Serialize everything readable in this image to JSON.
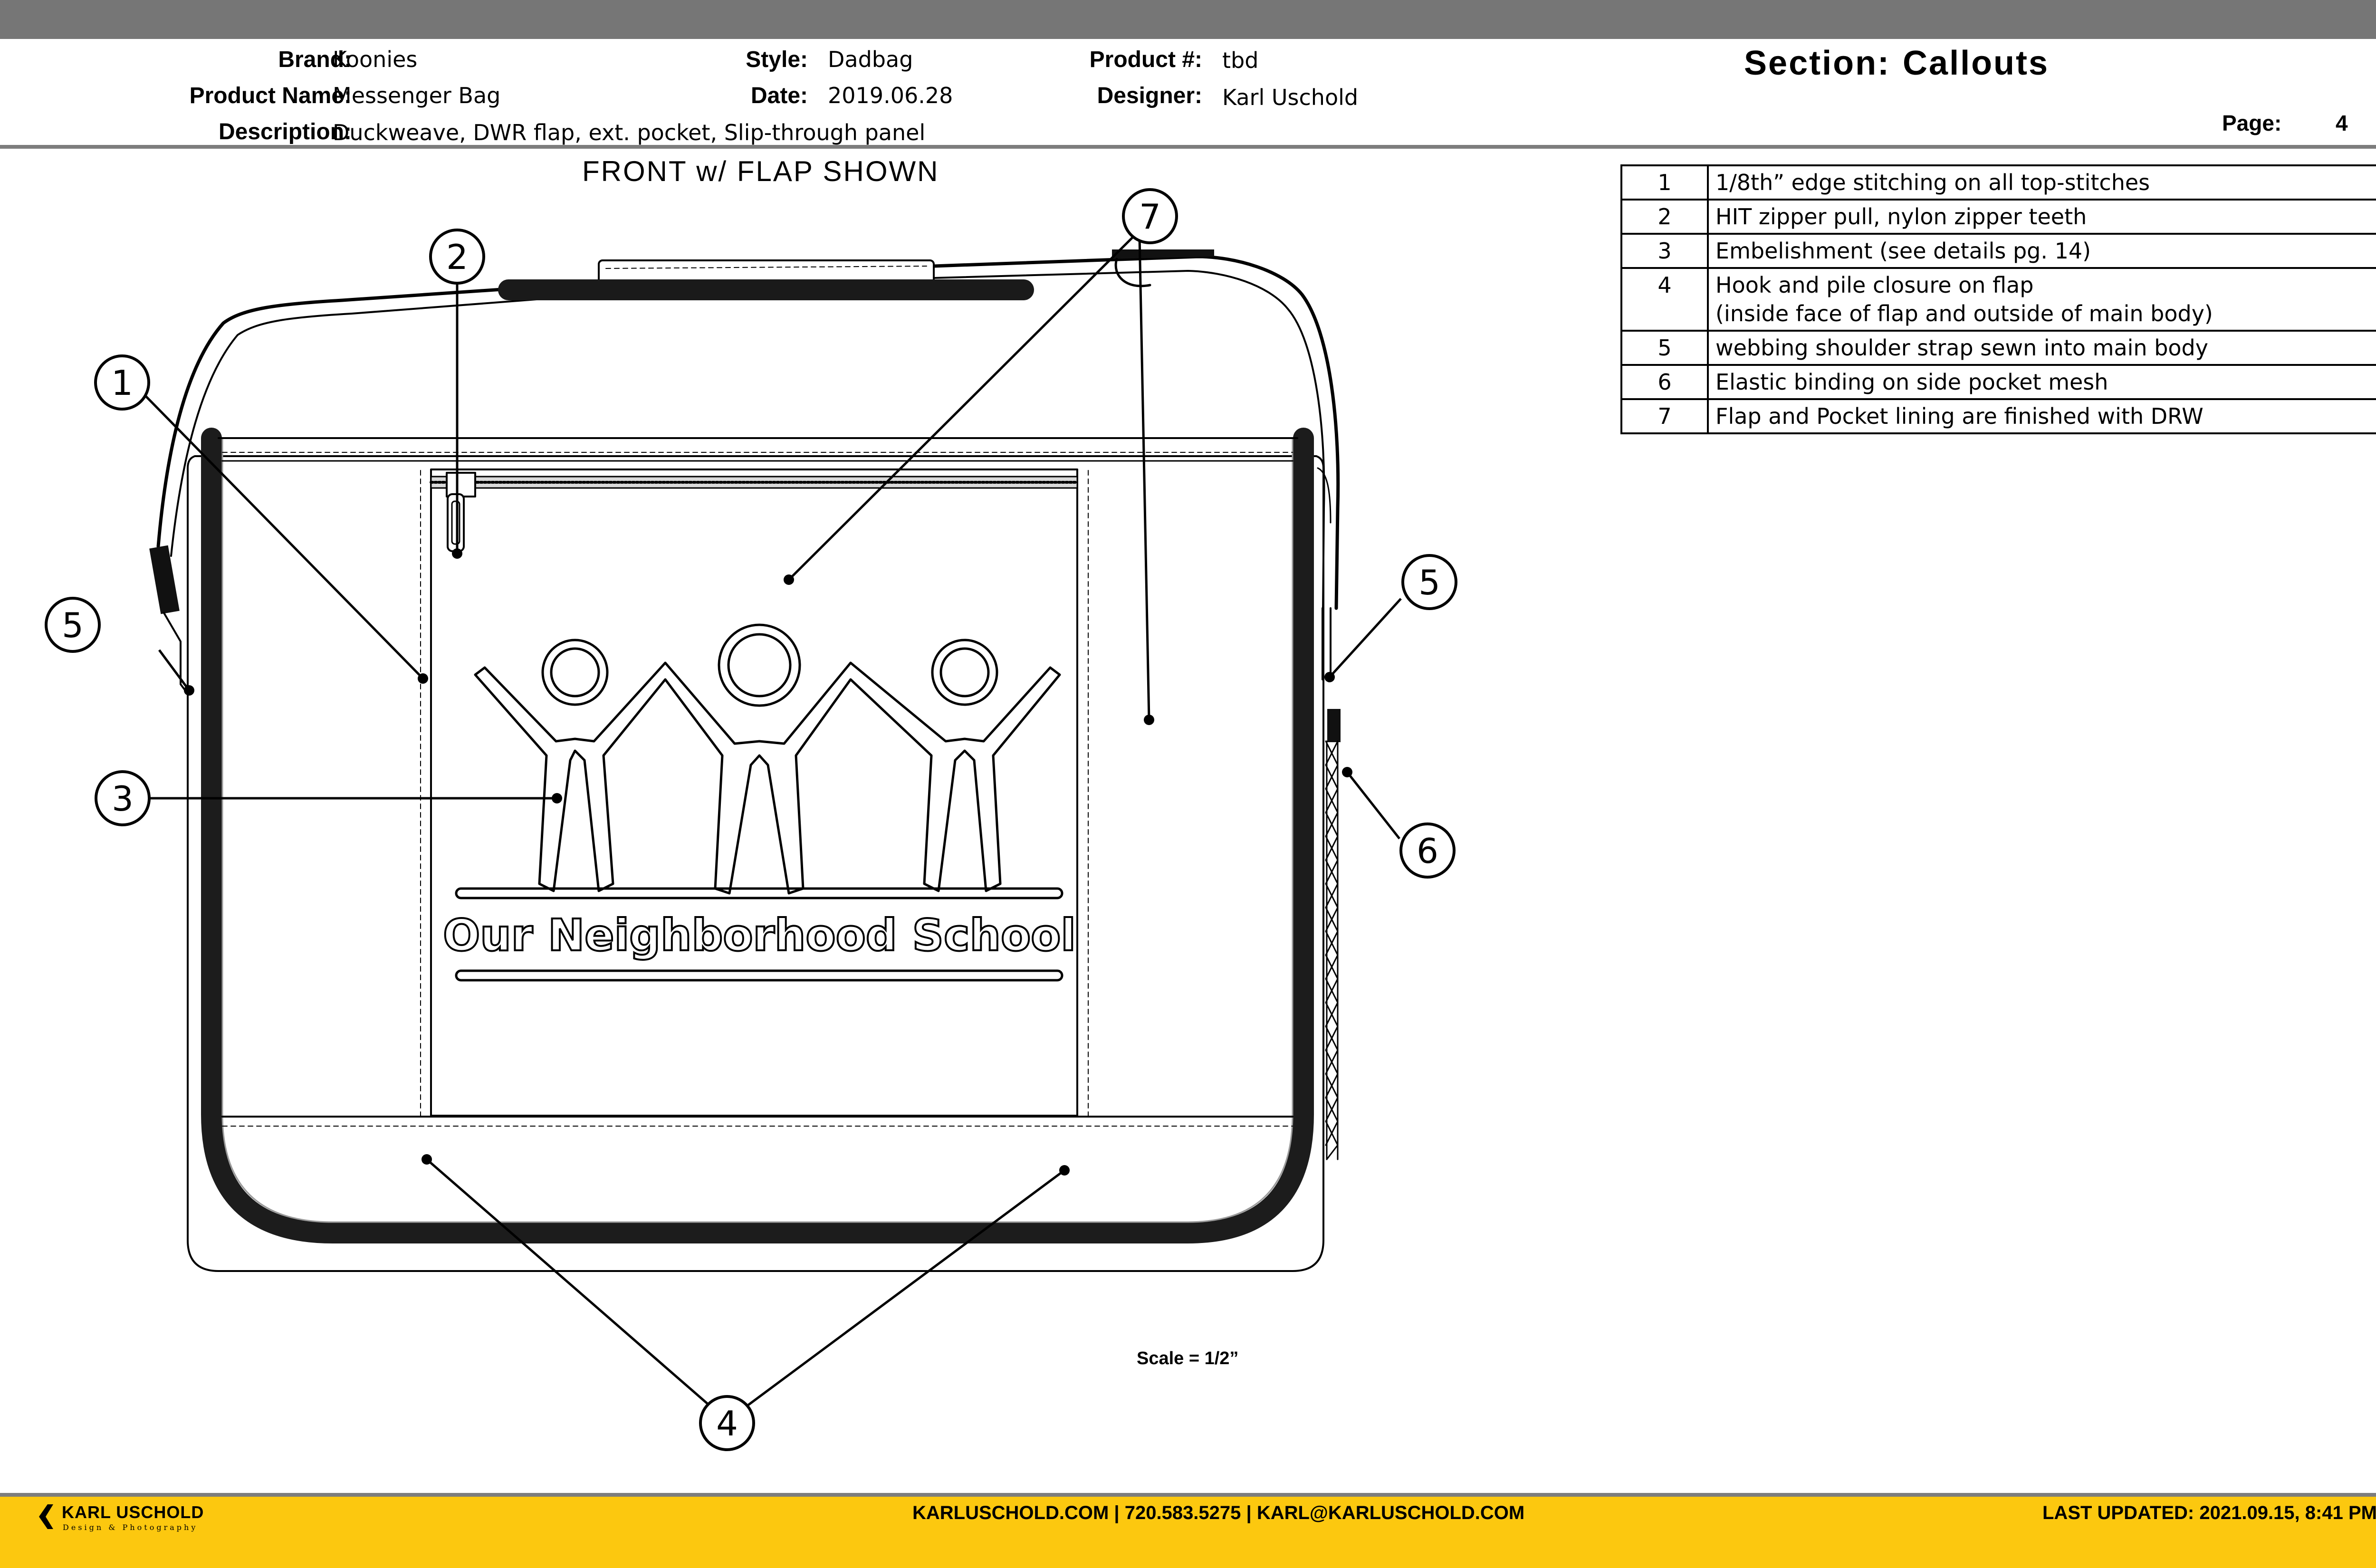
{
  "header": {
    "brand_label": "Brand:",
    "brand": "Koonies",
    "product_name_label": "Product Name:",
    "product_name": "Messenger Bag",
    "description_label": "Description:",
    "description": "Duckweave, DWR flap, ext. pocket, Slip-through panel",
    "style_label": "Style:",
    "style": "Dadbag",
    "date_label": "Date:",
    "date": "2019.06.28",
    "product_no_label": "Product #:",
    "product_no": "tbd",
    "designer_label": "Designer:",
    "designer": "Karl Uschold",
    "section_label": "Section:",
    "section": "Callouts",
    "page_label": "Page:",
    "page": "4"
  },
  "view_title": "FRONT w/ FLAP SHOWN",
  "embroidery_text": "Our Neighborhood School",
  "scale": "Scale = 1/2”",
  "callouts": [
    {
      "num": "1",
      "text": "1/8th” edge stitching on all top-stitches"
    },
    {
      "num": "2",
      "text": "HIT zipper pull, nylon zipper teeth"
    },
    {
      "num": "3",
      "text": "Embelishment (see details pg. 14)"
    },
    {
      "num": "4",
      "text": "Hook and pile closure on flap\n(inside face of flap and outside of main body)"
    },
    {
      "num": "5",
      "text": "webbing shoulder strap sewn into main body"
    },
    {
      "num": "6",
      "text": "Elastic binding on side pocket mesh"
    },
    {
      "num": "7",
      "text": "Flap and Pocket lining are finished with DRW"
    }
  ],
  "bubbles": {
    "b1": "1",
    "b2": "2",
    "b3": "3",
    "b4": "4",
    "b5_left": "5",
    "b5_right": "5",
    "b6": "6",
    "b7": "7"
  },
  "footer": {
    "logo_name": "KARL USCHOLD",
    "logo_tagline": "Design & Photography",
    "contact": "KARLUSCHOLD.COM | 720.583.5275 | KARL@KARLUSCHOLD.COM",
    "updated": "LAST UPDATED: 2021.09.15, 8:41 PM"
  },
  "colors": {
    "top_bar": "#767676",
    "footer_bar": "#fcc80f",
    "rule": "#7d7d7d"
  }
}
